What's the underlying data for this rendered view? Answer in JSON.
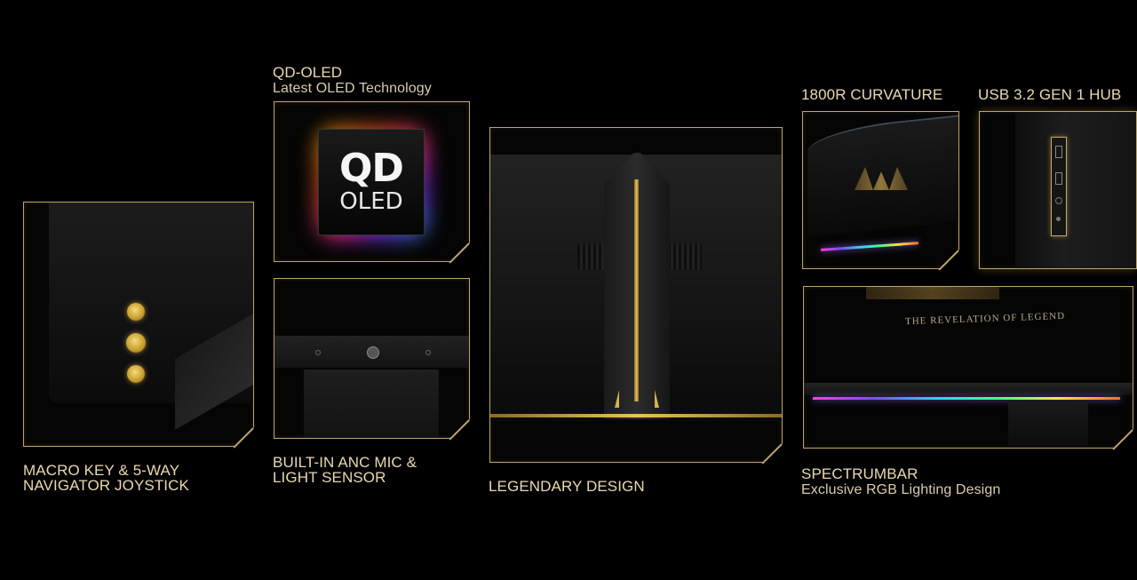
{
  "features": {
    "macro_key": {
      "title": "MACRO KEY & 5-WAY NAVIGATOR JOYSTICK"
    },
    "qd_oled": {
      "title": "QD-OLED",
      "subtitle": "Latest OLED Technology",
      "badge_top": "QD",
      "badge_bottom": "OLED"
    },
    "anc_mic": {
      "title": "BUILT-IN ANC MIC & LIGHT SENSOR"
    },
    "legendary": {
      "title": "LEGENDARY DESIGN"
    },
    "curvature": {
      "title": "1800R CURVATURE"
    },
    "usb_hub": {
      "title": "USB 3.2 GEN 1 HUB"
    },
    "spectrumbar": {
      "title": "SPECTRUMBAR",
      "subtitle": "Exclusive RGB Lighting Design",
      "tagline": "THE REVELATION OF LEGEND"
    }
  },
  "colors": {
    "frame_gold": "#bda56c",
    "caption": "#ead9b2",
    "background": "#000000"
  }
}
